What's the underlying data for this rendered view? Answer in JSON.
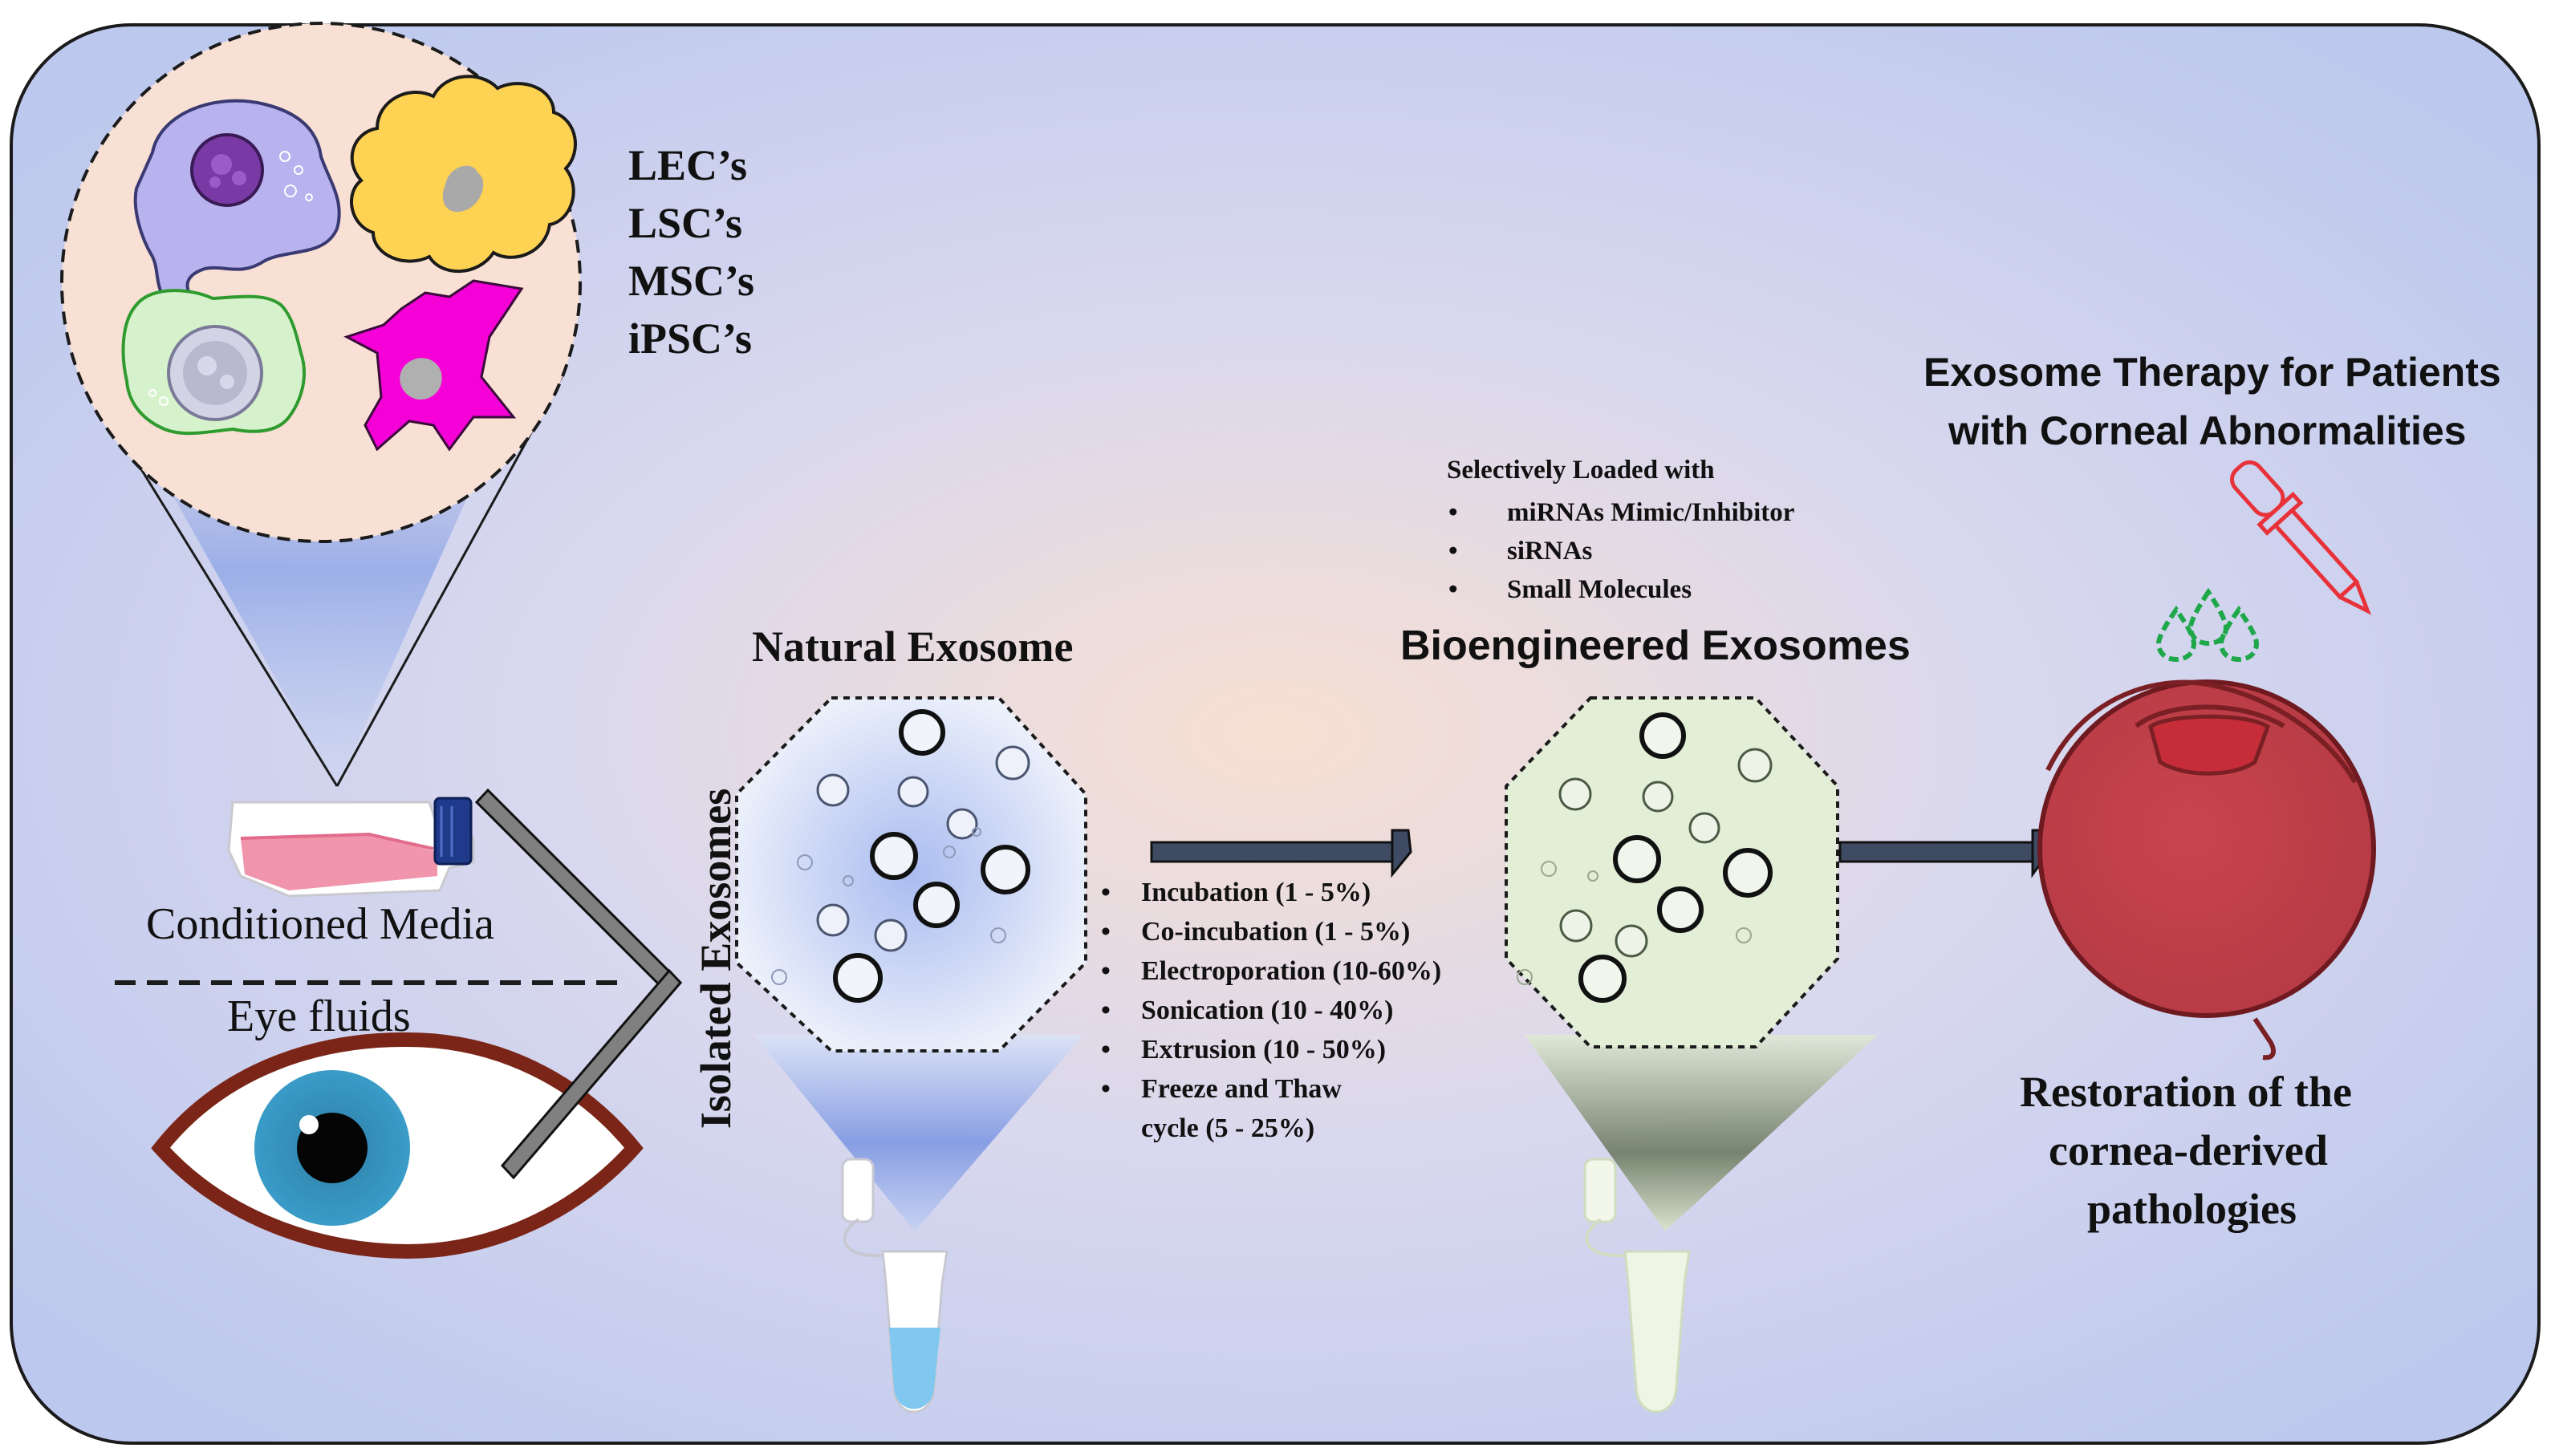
{
  "cell_types": [
    "LEC’s",
    "LSC’s",
    "MSC’s",
    "iPSC’s"
  ],
  "sources": {
    "conditioned_media": "Conditioned Media",
    "eye_fluids": "Eye fluids"
  },
  "isolated_label": "Isolated Exosomes",
  "natural": {
    "title": "Natural Exosome"
  },
  "loading_methods": [
    "Incubation (1 - 5%)",
    "Co-incubation (1 - 5%)",
    "Electroporation (10-60%)",
    "Sonication (10 - 40%)",
    "Extrusion (10 - 50%)",
    "Freeze and Thaw",
    "cycle (5 - 25%)"
  ],
  "bioengineered": {
    "title": "Bioengineered Exosomes",
    "cargo_heading": "Selectively Loaded with",
    "cargo": [
      "miRNAs Mimic/Inhibitor",
      "siRNAs",
      "Small Molecules"
    ]
  },
  "therapy": {
    "title_line1": "Exosome Therapy for Patients",
    "title_line2": "with Corneal Abnormalities"
  },
  "outcome": {
    "line1": "Restoration of the",
    "line2": "cornea-derived",
    "line3": "pathologies"
  },
  "colors": {
    "background_edge": "#c3cdee",
    "background_center": "#f6ddd0",
    "cell_circle_fill": "#f8e0d4",
    "natural_exosome_fill": "#dde5f6",
    "bioengineered_exosome_fill": "#e3efd8",
    "arrow": "#3f4a63",
    "eyeball": "#c0424a",
    "dropper": "#e8323a",
    "droplets": "#1ea84a"
  }
}
